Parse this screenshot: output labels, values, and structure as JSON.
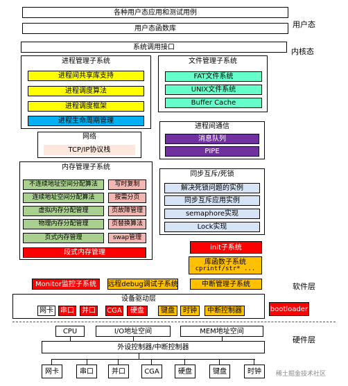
{
  "layers": {
    "user": "用户态",
    "kernel": "内核态",
    "software": "软件层",
    "hardware": "硬件层"
  },
  "top": {
    "apps": "各种用户态应用和测试用例",
    "libs": "用户态函数库",
    "syscall": "系统调用接口"
  },
  "process": {
    "title": "进程管理子系统",
    "items": [
      "进程间共享库支持",
      "进程调度算法",
      "进程调度框架",
      "进程生命周期管理"
    ]
  },
  "fs": {
    "title": "文件管理子系统",
    "items": [
      "FAT文件系统",
      "UNIX文件系统",
      "Buffer Cache"
    ]
  },
  "network": {
    "title": "网络",
    "item": "TCP/IP协议栈"
  },
  "ipc": {
    "title": "进程间通信",
    "items": [
      "消息队列",
      "PIPE"
    ]
  },
  "memory": {
    "title": "内存管理子系统",
    "left": [
      "不连续地址空间分配算法",
      "连续地址空间分配算法",
      "虚拟内存分配管理",
      "物理内存分配管理",
      "页式内存管理"
    ],
    "right": [
      "写时复制",
      "按需分页",
      "页故障管理",
      "页替换算法",
      "swap管理"
    ],
    "segment": "段式内存管理"
  },
  "sync": {
    "title": "同步互斥/死锁",
    "items": [
      "解决死锁问题的实例",
      "同步互斥应用实例",
      "semaphore实现",
      "Lock实现"
    ]
  },
  "init": "init子系统",
  "libfunc": {
    "line1": "库函数子系统",
    "line2": "cprintf/str* ..."
  },
  "software_row": {
    "monitor": "Monitor监控子系统",
    "debug": "远程debug调试子系统",
    "interrupt": "中断管理子系统"
  },
  "drivers": {
    "title": "设备驱动层",
    "items": [
      "网卡",
      "串口",
      "并口",
      "CGA",
      "硬盘",
      "键盘",
      "时钟",
      "中断控制器"
    ],
    "bootloader": "bootloader"
  },
  "hardware": {
    "cpu": "CPU",
    "io": "I/O地址空间",
    "mem": "MEM地址空间",
    "controller": "外设控制器/中断控制器",
    "devices": [
      "网卡",
      "串口",
      "并口",
      "CGA",
      "硬盘",
      "键盘",
      "时钟"
    ]
  },
  "watermark": "稀土掘金技术社区",
  "colors": {
    "yellow": "#ffff00",
    "teal": "#66ffcc",
    "blue": "#00b0f0",
    "purple": "#7030a0",
    "green": "#a9d08e",
    "pink": "#f4b6b0",
    "red": "#ff0000",
    "orange": "#ffc000",
    "lightblue": "#d6e4f5"
  }
}
